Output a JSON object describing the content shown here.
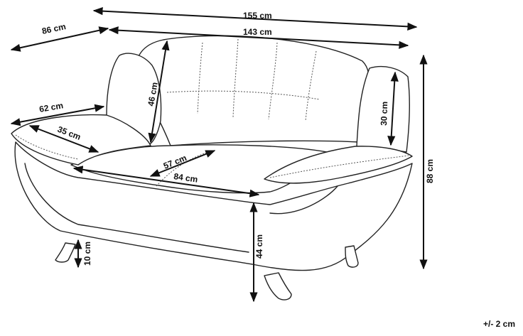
{
  "dimensions": {
    "total_width": "155 cm",
    "seat_width": "143 cm",
    "total_depth": "86 cm",
    "armrest_depth": "62 cm",
    "armrest_width": "35 cm",
    "backrest_height": "46 cm",
    "armrest_height": "30 cm",
    "total_height": "88 cm",
    "seat_depth": "57 cm",
    "seat_inner_width": "84 cm",
    "seat_height": "44 cm",
    "leg_height": "10 cm"
  },
  "tolerance": "+/- 2 cm"
}
